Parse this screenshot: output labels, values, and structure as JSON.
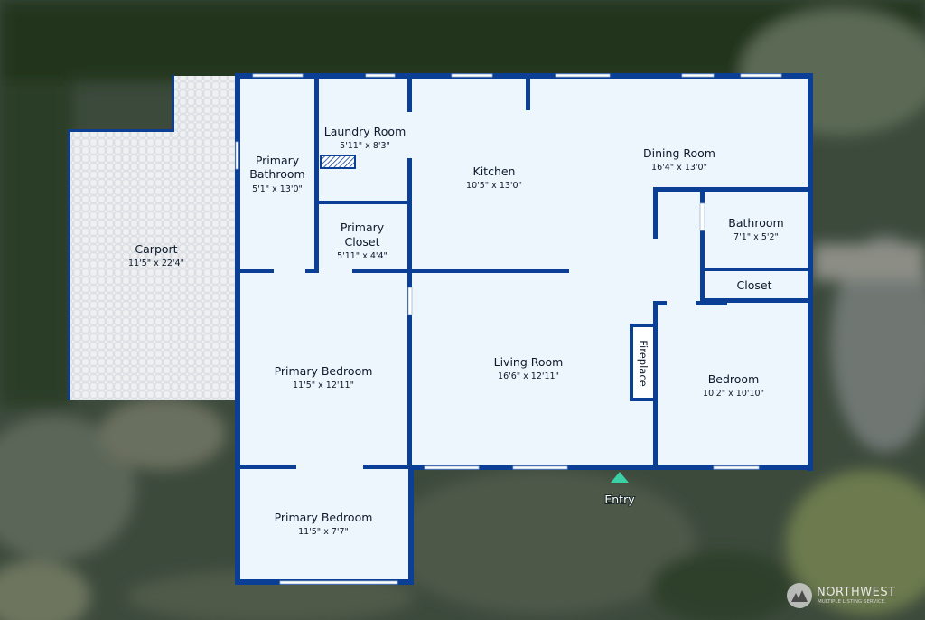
{
  "colors": {
    "wall": "#0b3f95",
    "floor": "#edf5fd",
    "carport": "#eef0f2",
    "entry_marker": "#3bd0a5",
    "window": "#ffffff"
  },
  "rooms": {
    "carport": {
      "name": "Carport",
      "dim": "11'5\" x 22'4\""
    },
    "primary_bathroom": {
      "name_l1": "Primary",
      "name_l2": "Bathroom",
      "dim": "5'1\" x 13'0\""
    },
    "laundry_room": {
      "name": "Laundry Room",
      "dim": "5'11\" x 8'3\""
    },
    "kitchen": {
      "name": "Kitchen",
      "dim": "10'5\" x 13'0\""
    },
    "dining_room": {
      "name": "Dining Room",
      "dim": "16'4\" x 13'0\""
    },
    "primary_closet": {
      "name_l1": "Primary",
      "name_l2": "Closet",
      "dim": "5'11\" x 4'4\""
    },
    "bathroom": {
      "name": "Bathroom",
      "dim": "7'1\" x 5'2\""
    },
    "closet": {
      "name": "Closet"
    },
    "primary_bedroom_1": {
      "name": "Primary Bedroom",
      "dim": "11'5\" x 12'11\""
    },
    "living_room": {
      "name": "Living Room",
      "dim": "16'6\" x 12'11\""
    },
    "fireplace": {
      "name": "Fireplace"
    },
    "bedroom": {
      "name": "Bedroom",
      "dim": "10'2\" x 10'10\""
    },
    "primary_bedroom_2": {
      "name": "Primary Bedroom",
      "dim": "11'5\" x 7'7\""
    }
  },
  "entry": {
    "label": "Entry"
  },
  "logo": {
    "title": "NORTHWEST",
    "subtitle": "MULTIPLE LISTING SERVICE."
  },
  "icons": {
    "entry": "entry-triangle-icon",
    "logo": "nwmls-logo-icon"
  }
}
